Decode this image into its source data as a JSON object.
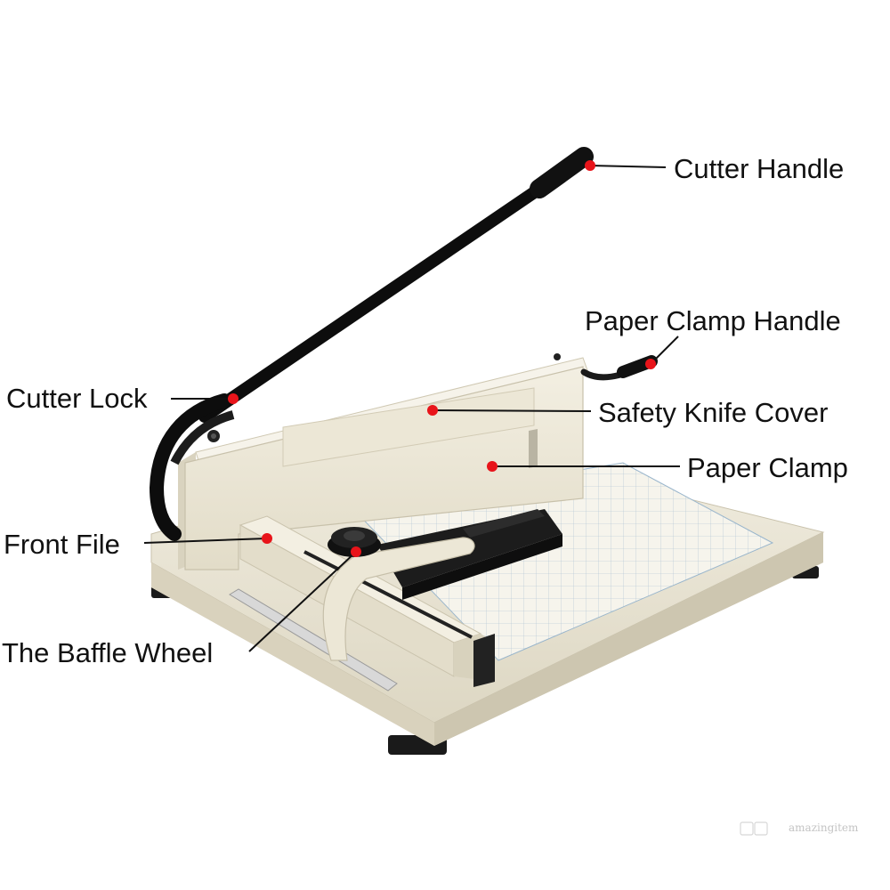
{
  "diagram": {
    "labels": [
      {
        "id": "cutter-handle",
        "text": "Cutter Handle"
      },
      {
        "id": "paper-clamp-handle",
        "text": "Paper Clamp Handle"
      },
      {
        "id": "cutter-lock",
        "text": "Cutter Lock"
      },
      {
        "id": "safety-knife-cover",
        "text": "Safety Knife Cover"
      },
      {
        "id": "paper-clamp",
        "text": "Paper Clamp"
      },
      {
        "id": "front-file",
        "text": "Front File"
      },
      {
        "id": "baffle-wheel",
        "text": "The Baffle Wheel"
      }
    ],
    "watermark": "amazingitem"
  },
  "colors": {
    "marker": "#e8141a",
    "line": "#111111",
    "body": "#ece7d6",
    "metal": "#161616"
  },
  "icons": {
    "watermark_logo": "dhgate-logo-icon"
  }
}
